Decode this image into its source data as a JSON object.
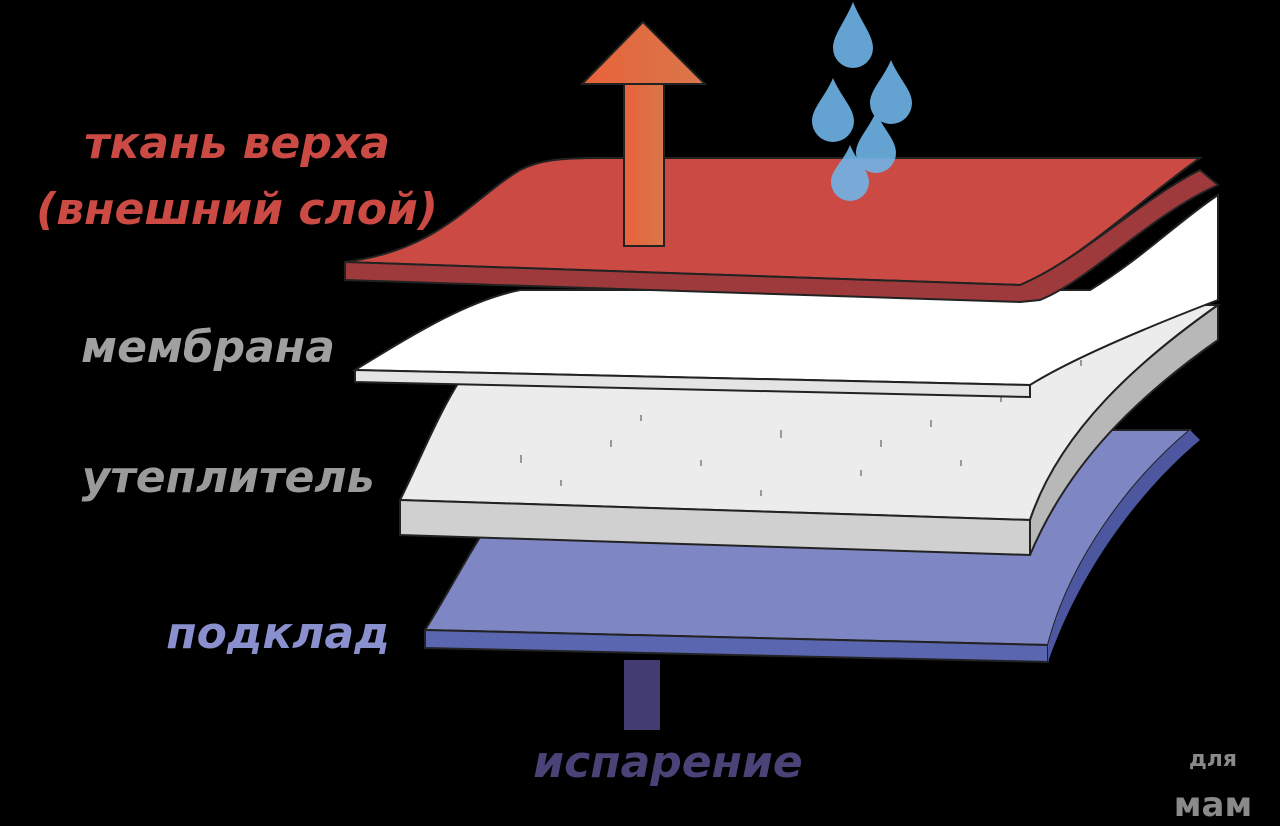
{
  "labels": {
    "outer_fabric_line1": "ткань верха",
    "outer_fabric_line2": "(внешний слой)",
    "membrane": "мембрана",
    "insulation": "утеплитель",
    "lining": "подклад",
    "evaporation": "испарение"
  },
  "watermark": {
    "line1": "для",
    "line2": "мам"
  },
  "colors": {
    "outer": "#cc4a44",
    "membrane": "#ffffff",
    "insulation": "#ececec",
    "lining": "#7f86c4",
    "evaporation": "#4a4377",
    "drops": "#6fb4e8",
    "label_gray": "#9a9a9a"
  }
}
